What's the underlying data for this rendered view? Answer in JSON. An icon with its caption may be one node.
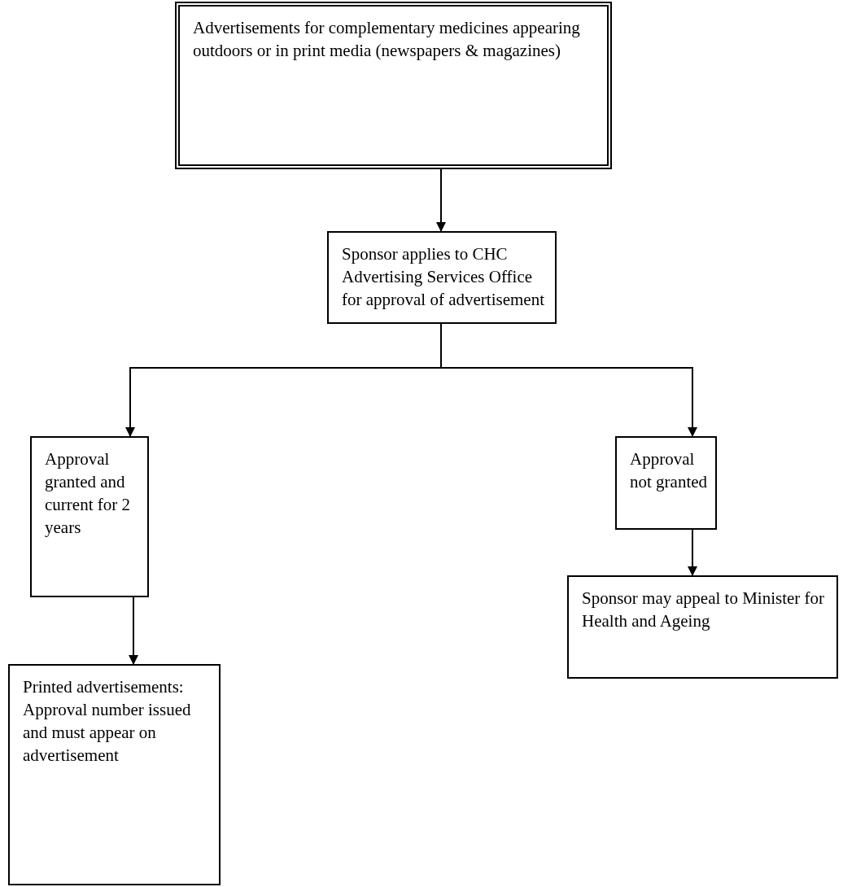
{
  "diagram": {
    "nodes": [
      {
        "text": [
          "Advertisements for complementary medicines appearing outdoors or in print media (newspapers & magazines)"
        ]
      },
      {
        "text": [
          "Sponsor applies to CHC Advertising Services Office for approval of advertisement"
        ]
      },
      {
        "text": [
          "Approval granted and current for 2 years"
        ]
      },
      {
        "text": [
          "Approval not granted"
        ]
      },
      {
        "text": [
          "Printed advertisements: Approval number issued and must appear on advertisement"
        ]
      },
      {
        "text": [
          "Sponsor may appeal to Minister for Health and Ageing"
        ]
      }
    ],
    "edges": [
      {
        "from": 0,
        "to": 1,
        "arrow": "to"
      },
      {
        "from": 1,
        "to": 2,
        "arrow": "to"
      },
      {
        "from": 1,
        "to": 3,
        "arrow": "to"
      },
      {
        "from": 2,
        "to": 4,
        "arrow": "to"
      },
      {
        "from": 3,
        "to": 5,
        "arrow": "to"
      }
    ]
  }
}
